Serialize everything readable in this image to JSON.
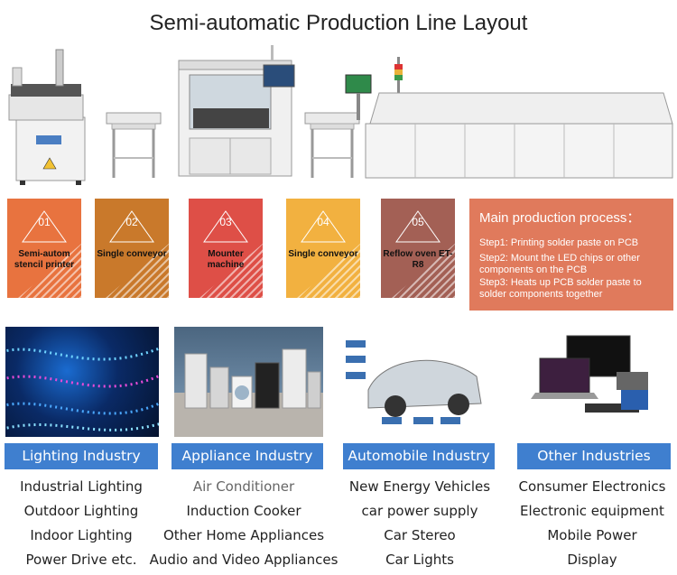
{
  "title": "Semi-automatic Production Line Layout",
  "steps": [
    {
      "num": "01",
      "label": "Semi-autom stencil printer",
      "color": "#e8733f"
    },
    {
      "num": "02",
      "label": "Single conveyor",
      "color": "#c9792b"
    },
    {
      "num": "03",
      "label": "Mounter machine",
      "color": "#de4f47"
    },
    {
      "num": "04",
      "label": "Single conveyor",
      "color": "#f2b140"
    },
    {
      "num": "05",
      "label": "Reflow oven ET-R8",
      "color": "#a36055"
    }
  ],
  "process": {
    "title": "Main production process：",
    "steps": [
      "Step1: Printing solder paste on PCB",
      "Step2: Mount the LED chips or other components on the PCB",
      "Step3: Heats up PCB solder paste to solder components together"
    ]
  },
  "industries": [
    {
      "name": "Lighting Industry",
      "items": [
        "Industrial Lighting",
        "Outdoor Lighting",
        "Indoor Lighting",
        "Power Drive etc."
      ]
    },
    {
      "name": "Appliance Industry",
      "items": [
        "Air Conditioner",
        "Induction Cooker",
        "Other Home Appliances",
        "Audio and Video Appliances"
      ]
    },
    {
      "name": "Automobile Industry",
      "items": [
        "New Energy Vehicles",
        "car power supply",
        "Car Stereo",
        "Car Lights"
      ]
    },
    {
      "name": "Other Industries",
      "items": [
        "Consumer Electronics",
        "Electronic equipment",
        "Mobile Power",
        "Display"
      ]
    }
  ],
  "colors": {
    "band": "#3f7fcf",
    "process_bg": "#e07a5c"
  }
}
